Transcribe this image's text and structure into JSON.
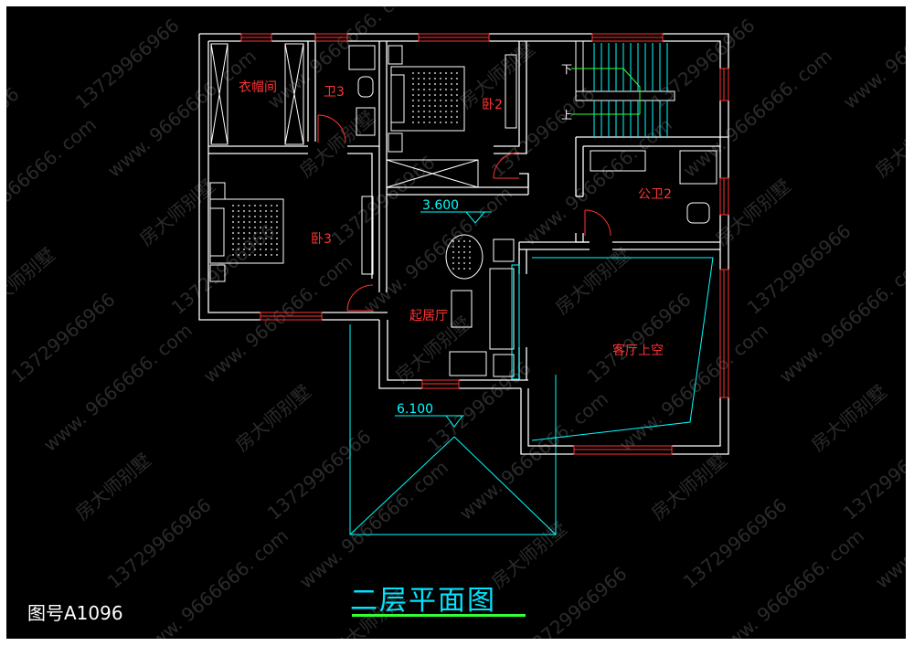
{
  "drawing": {
    "title": "二层平面图",
    "number": "图号A1096"
  },
  "rooms": {
    "cloakroom": "衣帽间",
    "bath3": "卫3",
    "bed2": "卧2",
    "bed3": "卧3",
    "public_bath2": "公卫2",
    "living": "起居厅",
    "void": "客厅上空"
  },
  "elevations": {
    "upper": "3.600",
    "lower": "6.100"
  },
  "stairs": {
    "down": "下",
    "up": "上"
  },
  "watermark": {
    "brand": "房大师别墅",
    "phone": "13729966966",
    "site": "www. 9666666. com"
  },
  "colors": {
    "background": "#000000",
    "wall": "#ffffff",
    "window": "#ff3333",
    "furniture": "#ffffff",
    "roof_outline": "#00ffff",
    "stair": "#00ffff",
    "room_label": "#ff3333",
    "title": "#00e5ff",
    "title_underline": "#33ff33"
  }
}
